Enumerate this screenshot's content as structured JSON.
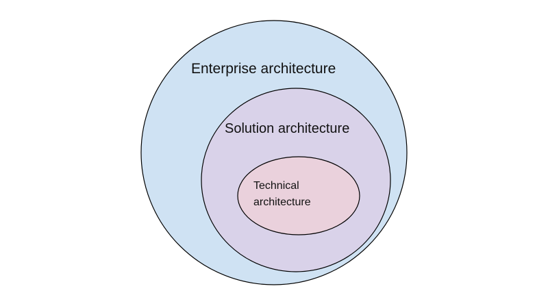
{
  "diagram": {
    "layers": [
      {
        "id": "enterprise",
        "label": "Enterprise architecture",
        "fill": "#cfe2f3"
      },
      {
        "id": "solution",
        "label": "Solution architecture",
        "fill": "#d9d2e9"
      },
      {
        "id": "technical",
        "label_lines": [
          "Technical",
          "architecture"
        ],
        "fill": "#ead1dc"
      }
    ],
    "stroke_color": "#000000"
  }
}
